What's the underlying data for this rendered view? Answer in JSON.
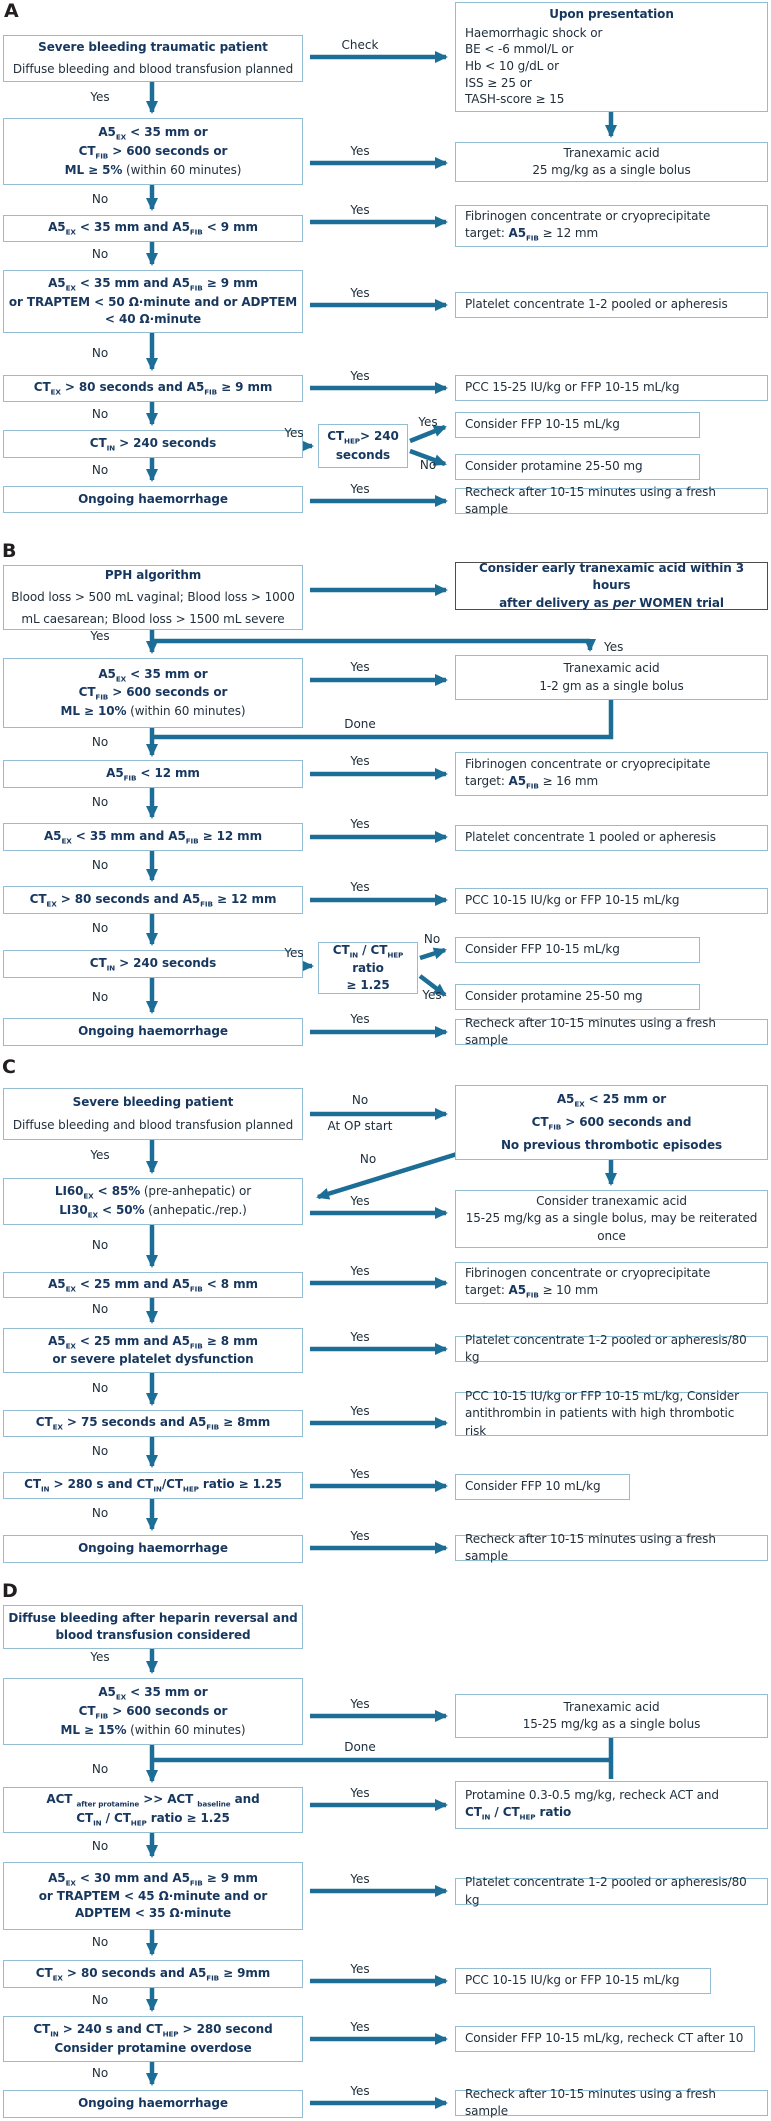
{
  "colors": {
    "arrow": "#1c6e96",
    "box_border": "#92bdd3",
    "bold_text": "#17375e",
    "body_text": "#22303c",
    "highlight_border": "#4d4d4d"
  },
  "section_labels": {
    "a": "A",
    "b": "B",
    "c": "C",
    "d": "D"
  },
  "labels": {
    "yes": "Yes",
    "no": "No",
    "check": "Check",
    "done": "Done",
    "at_op_start": "At OP start"
  },
  "A": {
    "start": [
      [
        {
          "t": "Severe bleeding traumatic patient",
          "b": 1
        }
      ],
      [
        {
          "t": "Diffuse bleeding and blood transfusion planned"
        }
      ]
    ],
    "upon": [
      [
        {
          "t": "Upon presentation",
          "b": 1
        }
      ],
      [
        {
          "t": "Haemorrhagic shock or"
        }
      ],
      [
        {
          "t": "BE < -6 mmol/L or"
        }
      ],
      [
        {
          "t": "Hb < 10 g/dL or"
        }
      ],
      [
        {
          "t": "ISS ≥ 25 or"
        }
      ],
      [
        {
          "t": "TASH-score ≥ 15"
        }
      ]
    ],
    "c1": [
      [
        {
          "t": "A5",
          "b": 1
        },
        {
          "t": "EX",
          "b": 1,
          "s": 1
        },
        {
          "t": " < 35 mm or",
          "b": 1
        }
      ],
      [
        {
          "t": "CT",
          "b": 1
        },
        {
          "t": "FIB",
          "b": 1,
          "s": 1
        },
        {
          "t": " > 600 seconds or",
          "b": 1
        }
      ],
      [
        {
          "t": "ML ≥ 5%",
          "b": 1
        },
        {
          "t": " (within 60 minutes)"
        }
      ]
    ],
    "a1": [
      [
        {
          "t": "Tranexamic acid"
        }
      ],
      [
        {
          "t": "25 mg/kg as a single bolus"
        }
      ]
    ],
    "c2": [
      [
        {
          "t": "A5",
          "b": 1
        },
        {
          "t": "EX",
          "b": 1,
          "s": 1
        },
        {
          "t": " < 35 mm and A5",
          "b": 1
        },
        {
          "t": "FIB",
          "b": 1,
          "s": 1
        },
        {
          "t": " < 9 mm",
          "b": 1
        }
      ]
    ],
    "a2": [
      [
        {
          "t": "Fibrinogen concentrate or cryoprecipitate"
        }
      ],
      [
        {
          "t": "target: "
        },
        {
          "t": "A5",
          "b": 1
        },
        {
          "t": "FIB",
          "b": 1,
          "s": 1
        },
        {
          "t": " ≥ 12 mm"
        }
      ]
    ],
    "c3": [
      [
        {
          "t": "A5",
          "b": 1
        },
        {
          "t": "EX",
          "b": 1,
          "s": 1
        },
        {
          "t": " < 35 mm and A5",
          "b": 1
        },
        {
          "t": "FIB",
          "b": 1,
          "s": 1
        },
        {
          "t": " ≥ 9 mm",
          "b": 1
        }
      ],
      [
        {
          "t": "or TRAPTEM < 50 Ω·minute and or ADPTEM",
          "b": 1
        }
      ],
      [
        {
          "t": "< 40 Ω·minute",
          "b": 1
        }
      ]
    ],
    "a3": [
      [
        {
          "t": "Platelet concentrate 1-2 pooled or apheresis"
        }
      ]
    ],
    "c4": [
      [
        {
          "t": "CT",
          "b": 1
        },
        {
          "t": "EX",
          "b": 1,
          "s": 1
        },
        {
          "t": " > 80 seconds and A5",
          "b": 1
        },
        {
          "t": "FIB",
          "b": 1,
          "s": 1
        },
        {
          "t": " ≥ 9 mm",
          "b": 1
        }
      ]
    ],
    "a4": [
      [
        {
          "t": "PCC 15-25 IU/kg or FFP 10-15 mL/kg"
        }
      ]
    ],
    "c5": [
      [
        {
          "t": "CT",
          "b": 1
        },
        {
          "t": "IN",
          "b": 1,
          "s": 1
        },
        {
          "t": " > 240 seconds",
          "b": 1
        }
      ]
    ],
    "sub": [
      [
        {
          "t": "CT",
          "b": 1
        },
        {
          "t": "HEP",
          "b": 1,
          "s": 1
        },
        {
          "t": "> 240",
          "b": 1
        }
      ],
      [
        {
          "t": "seconds",
          "b": 1
        }
      ]
    ],
    "ffp": [
      [
        {
          "t": "Consider FFP 10-15 mL/kg"
        }
      ]
    ],
    "prot": [
      [
        {
          "t": "Consider protamine  25-50 mg"
        }
      ]
    ],
    "c6": [
      [
        {
          "t": "Ongoing haemorrhage",
          "b": 1
        }
      ]
    ],
    "a6": [
      [
        {
          "t": "Recheck after 10-15 minutes using a fresh sample"
        }
      ]
    ]
  },
  "B": {
    "start": [
      [
        {
          "t": "PPH algorithm",
          "b": 1
        }
      ],
      [
        {
          "t": "Blood loss > 500 mL vaginal; Blood loss > 1000"
        }
      ],
      [
        {
          "t": "mL caesarean; Blood loss > 1500 mL severe"
        }
      ]
    ],
    "early": [
      [
        {
          "t": "Consider early tranexamic acid within 3 hours",
          "b": 1
        }
      ],
      [
        {
          "t": "after delivery as ",
          "b": 1
        },
        {
          "t": "per",
          "b": 1,
          "i": 1
        },
        {
          "t": " WOMEN trial",
          "b": 1
        }
      ]
    ],
    "c1": [
      [
        {
          "t": "A5",
          "b": 1
        },
        {
          "t": "EX",
          "b": 1,
          "s": 1
        },
        {
          "t": " < 35 mm or",
          "b": 1
        }
      ],
      [
        {
          "t": "CT",
          "b": 1
        },
        {
          "t": "FIB",
          "b": 1,
          "s": 1
        },
        {
          "t": " > 600 seconds or",
          "b": 1
        }
      ],
      [
        {
          "t": "ML ≥ 10%",
          "b": 1
        },
        {
          "t": " (within 60 minutes)"
        }
      ]
    ],
    "a1": [
      [
        {
          "t": "Tranexamic acid"
        }
      ],
      [
        {
          "t": "1-2 gm as a single bolus"
        }
      ]
    ],
    "c2": [
      [
        {
          "t": "A5",
          "b": 1
        },
        {
          "t": "FIB",
          "b": 1,
          "s": 1
        },
        {
          "t": " < 12 mm",
          "b": 1
        }
      ]
    ],
    "a2": [
      [
        {
          "t": "Fibrinogen concentrate or cryoprecipitate"
        }
      ],
      [
        {
          "t": "target: "
        },
        {
          "t": "A5",
          "b": 1
        },
        {
          "t": "FIB",
          "b": 1,
          "s": 1
        },
        {
          "t": " ≥ 16 mm"
        }
      ]
    ],
    "c3": [
      [
        {
          "t": "A5",
          "b": 1
        },
        {
          "t": "EX",
          "b": 1,
          "s": 1
        },
        {
          "t": " < 35 mm and A5",
          "b": 1
        },
        {
          "t": "FIB",
          "b": 1,
          "s": 1
        },
        {
          "t": " ≥ 12 mm",
          "b": 1
        }
      ]
    ],
    "a3": [
      [
        {
          "t": "Platelet concentrate 1 pooled or apheresis"
        }
      ]
    ],
    "c4": [
      [
        {
          "t": "CT",
          "b": 1
        },
        {
          "t": "EX",
          "b": 1,
          "s": 1
        },
        {
          "t": " > 80 seconds and A5",
          "b": 1
        },
        {
          "t": "FIB",
          "b": 1,
          "s": 1
        },
        {
          "t": " ≥ 12 mm",
          "b": 1
        }
      ]
    ],
    "a4": [
      [
        {
          "t": "PCC 10-15 IU/kg or FFP 10-15 mL/kg"
        }
      ]
    ],
    "c5": [
      [
        {
          "t": "CT",
          "b": 1
        },
        {
          "t": "IN",
          "b": 1,
          "s": 1
        },
        {
          "t": " > 240 seconds",
          "b": 1
        }
      ]
    ],
    "sub": [
      [
        {
          "t": "CT",
          "b": 1
        },
        {
          "t": "IN",
          "b": 1,
          "s": 1
        },
        {
          "t": " / CT",
          "b": 1
        },
        {
          "t": "HEP",
          "b": 1,
          "s": 1
        },
        {
          "t": " ratio",
          "b": 1
        }
      ],
      [
        {
          "t": "≥ 1.25",
          "b": 1
        }
      ]
    ],
    "ffp": [
      [
        {
          "t": "Consider FFP 10-15 mL/kg"
        }
      ]
    ],
    "prot": [
      [
        {
          "t": "Consider protamine  25-50 mg"
        }
      ]
    ],
    "c6": [
      [
        {
          "t": "Ongoing haemorrhage",
          "b": 1
        }
      ]
    ],
    "a6": [
      [
        {
          "t": "Recheck after 10-15 minutes using a fresh sample"
        }
      ]
    ]
  },
  "C": {
    "start": [
      [
        {
          "t": "Severe bleeding patient",
          "b": 1
        }
      ],
      [
        {
          "t": "Diffuse bleeding and blood transfusion planned"
        }
      ]
    ],
    "screen": [
      [
        {
          "t": "A5",
          "b": 1
        },
        {
          "t": "EX",
          "b": 1,
          "s": 1
        },
        {
          "t": " < 25 mm or",
          "b": 1
        }
      ],
      [
        {
          "t": "CT",
          "b": 1
        },
        {
          "t": "FIB",
          "b": 1,
          "s": 1
        },
        {
          "t": " > 600 seconds and",
          "b": 1
        }
      ],
      [
        {
          "t": "No previous thrombotic episodes",
          "b": 1
        }
      ]
    ],
    "c1": [
      [
        {
          "t": "LI60",
          "b": 1
        },
        {
          "t": "EX",
          "b": 1,
          "s": 1
        },
        {
          "t": " < 85%",
          "b": 1
        },
        {
          "t": " (pre-anhepatic) or"
        }
      ],
      [
        {
          "t": "LI30",
          "b": 1
        },
        {
          "t": "EX",
          "b": 1,
          "s": 1
        },
        {
          "t": " < 50%",
          "b": 1
        },
        {
          "t": " (anhepatic./rep.)"
        }
      ]
    ],
    "a1": [
      [
        {
          "t": "Consider tranexamic acid"
        }
      ],
      [
        {
          "t": "15-25 mg/kg as a single bolus, may be reiterated"
        }
      ],
      [
        {
          "t": "once"
        }
      ]
    ],
    "c2": [
      [
        {
          "t": "A5",
          "b": 1
        },
        {
          "t": "EX",
          "b": 1,
          "s": 1
        },
        {
          "t": " < 25 mm and A5",
          "b": 1
        },
        {
          "t": "FIB",
          "b": 1,
          "s": 1
        },
        {
          "t": " < 8 mm",
          "b": 1
        }
      ]
    ],
    "a2": [
      [
        {
          "t": "Fibrinogen concentrate or cryoprecipitate"
        }
      ],
      [
        {
          "t": "target: "
        },
        {
          "t": "A5",
          "b": 1
        },
        {
          "t": "FIB",
          "b": 1,
          "s": 1
        },
        {
          "t": " ≥ 10 mm"
        }
      ]
    ],
    "c3": [
      [
        {
          "t": "A5",
          "b": 1
        },
        {
          "t": "EX",
          "b": 1,
          "s": 1
        },
        {
          "t": " < 25 mm and A5",
          "b": 1
        },
        {
          "t": "FIB",
          "b": 1,
          "s": 1
        },
        {
          "t": " ≥ 8 mm",
          "b": 1
        }
      ],
      [
        {
          "t": "or severe platelet dysfunction",
          "b": 1
        }
      ]
    ],
    "a3": [
      [
        {
          "t": "Platelet concentrate 1-2 pooled or apheresis/80 kg"
        }
      ]
    ],
    "c4": [
      [
        {
          "t": "CT",
          "b": 1
        },
        {
          "t": "EX",
          "b": 1,
          "s": 1
        },
        {
          "t": " > 75 seconds and A5",
          "b": 1
        },
        {
          "t": "FIB",
          "b": 1,
          "s": 1
        },
        {
          "t": " ≥  8mm",
          "b": 1
        }
      ]
    ],
    "a4": [
      [
        {
          "t": "PCC 10-15 IU/kg or FFP 10-15 mL/kg, Consider"
        }
      ],
      [
        {
          "t": "antithrombin in patients with high thrombotic risk"
        }
      ]
    ],
    "c5": [
      [
        {
          "t": "CT",
          "b": 1
        },
        {
          "t": "IN",
          "b": 1,
          "s": 1
        },
        {
          "t": " > 280 s and CT",
          "b": 1
        },
        {
          "t": "IN",
          "b": 1,
          "s": 1
        },
        {
          "t": "/CT",
          "b": 1
        },
        {
          "t": "HEP",
          "b": 1,
          "s": 1
        },
        {
          "t": " ratio ≥ 1.25",
          "b": 1
        }
      ]
    ],
    "a5": [
      [
        {
          "t": "Consider FFP 10 mL/kg"
        }
      ]
    ],
    "c6": [
      [
        {
          "t": "Ongoing haemorrhage",
          "b": 1
        }
      ]
    ],
    "a6": [
      [
        {
          "t": "Recheck after 10-15 minutes using a fresh sample"
        }
      ]
    ]
  },
  "D": {
    "start": [
      [
        {
          "t": "Diffuse bleeding after heparin reversal and",
          "b": 1
        }
      ],
      [
        {
          "t": "blood transfusion considered",
          "b": 1
        }
      ]
    ],
    "c1": [
      [
        {
          "t": "A5",
          "b": 1
        },
        {
          "t": "EX",
          "b": 1,
          "s": 1
        },
        {
          "t": " < 35 mm or",
          "b": 1
        }
      ],
      [
        {
          "t": "CT",
          "b": 1
        },
        {
          "t": "FIB",
          "b": 1,
          "s": 1
        },
        {
          "t": " > 600 seconds or",
          "b": 1
        }
      ],
      [
        {
          "t": "ML ≥ 15%",
          "b": 1
        },
        {
          "t": " (within 60 minutes)"
        }
      ]
    ],
    "a1": [
      [
        {
          "t": "Tranexamic acid"
        }
      ],
      [
        {
          "t": "15-25 mg/kg as a single bolus"
        }
      ]
    ],
    "c2": [
      [
        {
          "t": "ACT ",
          "b": 1
        },
        {
          "t": "after protamine",
          "b": 1,
          "s": 1
        },
        {
          "t": " >> ACT ",
          "b": 1
        },
        {
          "t": "baseline",
          "b": 1,
          "s": 1
        },
        {
          "t": " and",
          "b": 1
        }
      ],
      [
        {
          "t": "CT",
          "b": 1
        },
        {
          "t": "IN",
          "b": 1,
          "s": 1
        },
        {
          "t": " / CT",
          "b": 1
        },
        {
          "t": "HEP",
          "b": 1,
          "s": 1
        },
        {
          "t": " ratio ≥ 1.25",
          "b": 1
        }
      ]
    ],
    "a2": [
      [
        {
          "t": "Protamine 0.3-0.5 mg/kg, recheck ACT and"
        }
      ],
      [
        {
          "t": "CT",
          "b": 1
        },
        {
          "t": "IN",
          "b": 1,
          "s": 1
        },
        {
          "t": " / CT",
          "b": 1
        },
        {
          "t": "HEP",
          "b": 1,
          "s": 1
        },
        {
          "t": " ratio",
          "b": 1
        }
      ]
    ],
    "c3": [
      [
        {
          "t": "A5",
          "b": 1
        },
        {
          "t": "EX",
          "b": 1,
          "s": 1
        },
        {
          "t": " < 30 mm and A5",
          "b": 1
        },
        {
          "t": "FIB",
          "b": 1,
          "s": 1
        },
        {
          "t": " ≥ 9 mm",
          "b": 1
        }
      ],
      [
        {
          "t": "or TRAPTEM < 45 Ω·minute and or",
          "b": 1
        }
      ],
      [
        {
          "t": "ADPTEM < 35 Ω·minute",
          "b": 1
        }
      ]
    ],
    "a3": [
      [
        {
          "t": "Platelet concentrate 1-2 pooled or apheresis/80 kg"
        }
      ]
    ],
    "c4": [
      [
        {
          "t": "CT",
          "b": 1
        },
        {
          "t": "EX",
          "b": 1,
          "s": 1
        },
        {
          "t": " > 80 seconds and A5",
          "b": 1
        },
        {
          "t": "FIB",
          "b": 1,
          "s": 1
        },
        {
          "t": " ≥ 9mm",
          "b": 1
        }
      ]
    ],
    "a4": [
      [
        {
          "t": "PCC 10-15 IU/kg or FFP 10-15 mL/kg"
        }
      ]
    ],
    "c5": [
      [
        {
          "t": "CT",
          "b": 1
        },
        {
          "t": "IN",
          "b": 1,
          "s": 1
        },
        {
          "t": " > 240 s and CT",
          "b": 1
        },
        {
          "t": "HEP",
          "b": 1,
          "s": 1
        },
        {
          "t": " > 280 second",
          "b": 1
        }
      ],
      [
        {
          "t": "Consider protamine overdose",
          "b": 1
        }
      ]
    ],
    "a5": [
      [
        {
          "t": "Consider FFP 10-15 mL/kg, recheck CT after 10"
        }
      ]
    ],
    "c6": [
      [
        {
          "t": "Ongoing haemorrhage",
          "b": 1
        }
      ]
    ],
    "a6": [
      [
        {
          "t": "Recheck after 10-15 minutes using a fresh sample"
        }
      ]
    ]
  }
}
